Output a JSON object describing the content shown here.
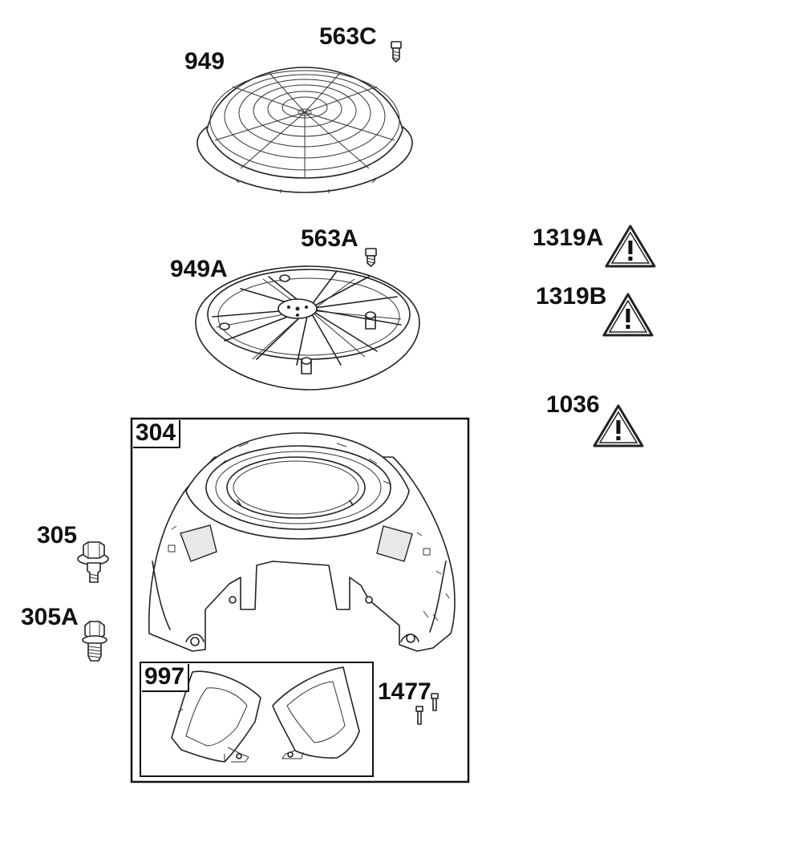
{
  "parts": {
    "p949": "949",
    "p563c": "563C",
    "p563a": "563A",
    "p949a": "949A",
    "p1319a": "1319A",
    "p1319b": "1319B",
    "p1036": "1036",
    "p304": "304",
    "p305": "305",
    "p305a": "305A",
    "p997": "997",
    "p1477": "1477"
  },
  "icons": {
    "warning": "warning-triangle-icon",
    "bolt": "bolt-icon",
    "screw": "screw-icon"
  },
  "colors": {
    "line": "#222222",
    "background": "#ffffff"
  }
}
